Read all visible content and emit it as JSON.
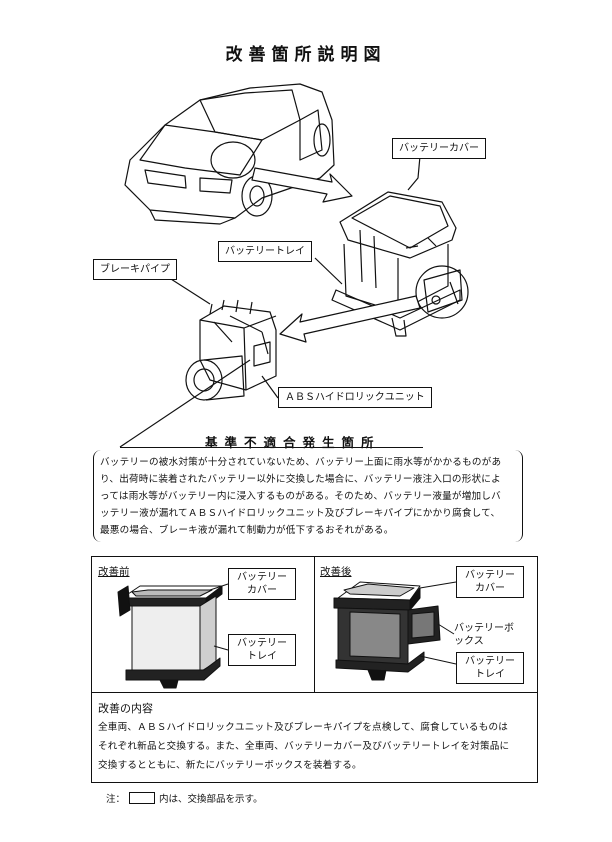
{
  "document": {
    "title": "改善箇所説明図"
  },
  "diagram": {
    "labels": {
      "battery_cover": "バッテリーカバー",
      "battery_tray": "バッテリートレイ",
      "brake_pipe": "ブレーキパイプ",
      "abs_unit": "ＡＢＳハイドロリックユニット"
    }
  },
  "defect": {
    "heading": "基準不適合発生箇所",
    "lines": [
      "バッテリーの被水対策が十分されていないため、バッテリー上面に雨水等がかかるものがあ",
      "り、出荷時に装着されたバッテリー以外に交換した場合に、バッテリー液注入口の形状によ",
      "っては雨水等がバッテリー内に浸入するものがある。そのため、バッテリー液量が増加しバ",
      "ッテリー液が漏れてＡＢＳハイドロリックユニット及びブレーキパイプにかかり腐食して、",
      "最悪の場合、ブレーキ液が漏れて制動力が低下するおそれがある。"
    ]
  },
  "comparison": {
    "before": {
      "label": "改善前",
      "cover_line1": "バッテリー",
      "cover_line2": "カバー",
      "tray_line1": "バッテリー",
      "tray_line2": "トレイ"
    },
    "after": {
      "label": "改善後",
      "cover_line1": "バッテリー",
      "cover_line2": "カバー",
      "box_line1": "バッテリーボ",
      "box_line2": "ックス",
      "tray_line1": "バッテリー",
      "tray_line2": "トレイ"
    }
  },
  "improvement": {
    "heading": "改善の内容",
    "lines": [
      "全車両、ＡＢＳハイドロリックユニット及びブレーキパイプを点検して、腐食しているものは",
      "それぞれ新品と交換する。また、全車両、バッテリーカバー及びバッテリートレイを対策品に",
      "交換するとともに、新たにバッテリーボックスを装着する。"
    ]
  },
  "note": {
    "prefix": "注：",
    "suffix": "内は、交換部品を示す。"
  }
}
